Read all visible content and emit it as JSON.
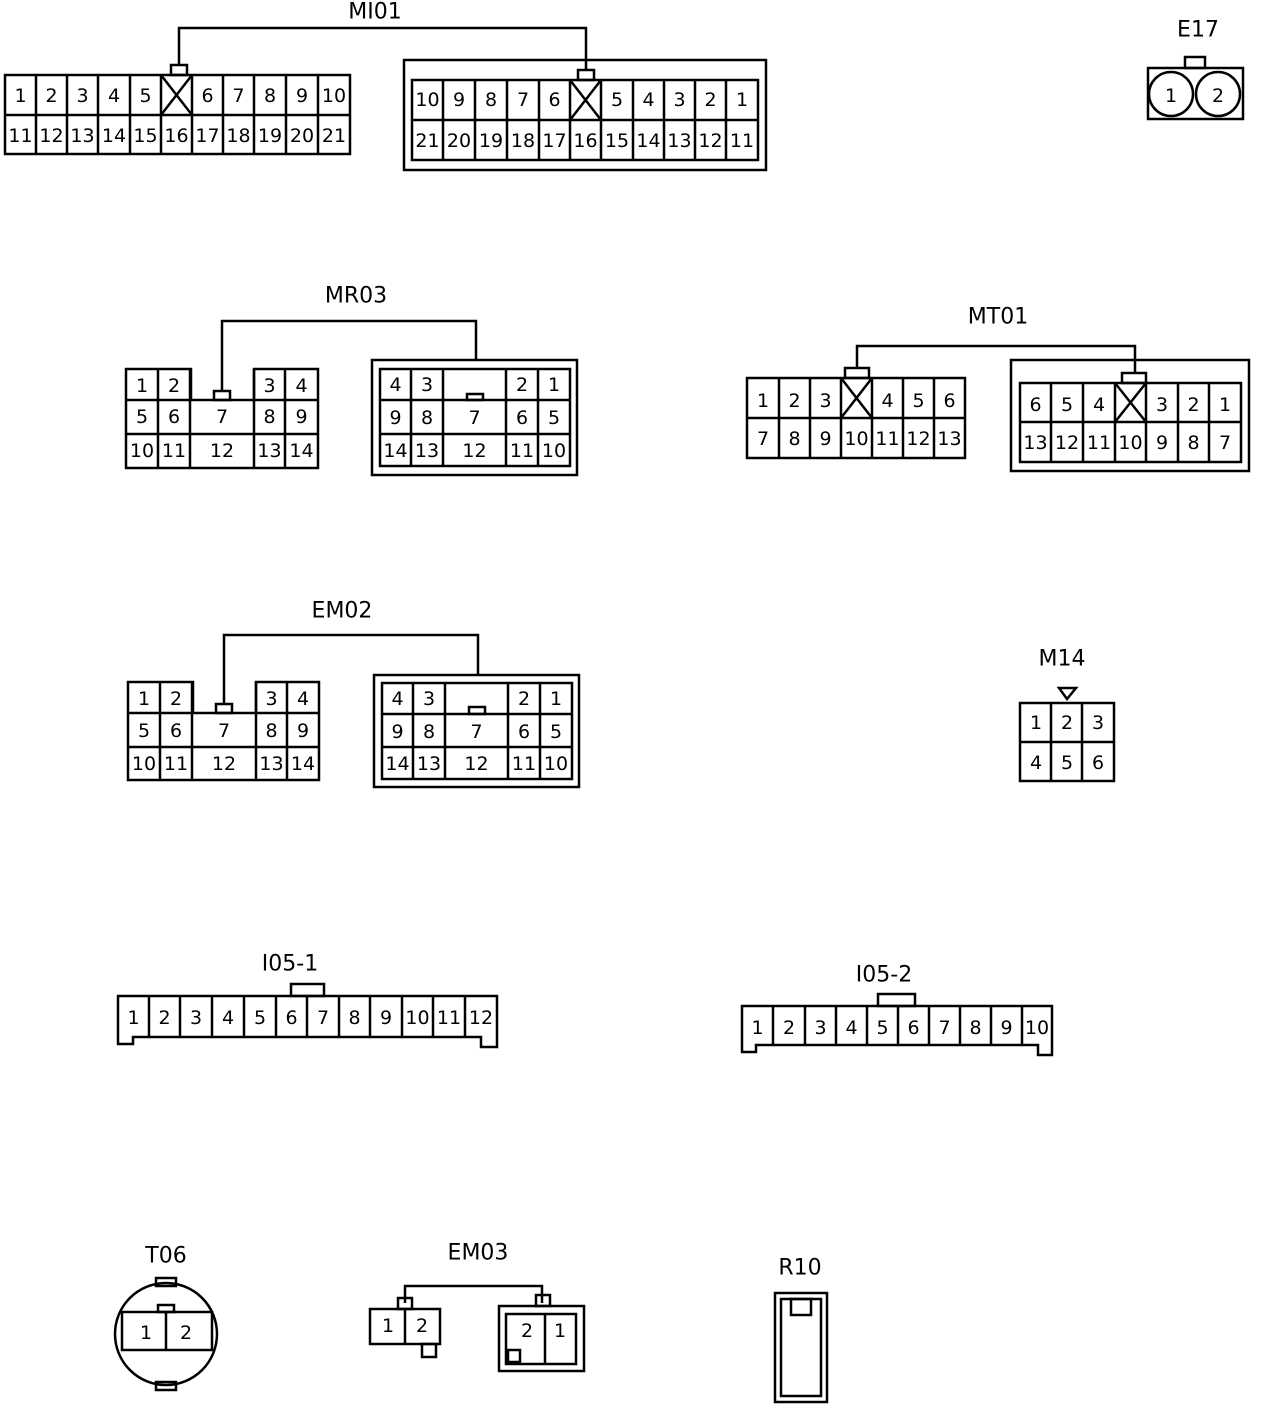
{
  "connectors": {
    "mi01": {
      "label": "MI01",
      "left": {
        "top": [
          "1",
          "2",
          "3",
          "4",
          "5",
          "6",
          "7",
          "8",
          "9",
          "10"
        ],
        "bottom": [
          "11",
          "12",
          "13",
          "14",
          "15",
          "16",
          "17",
          "18",
          "19",
          "20",
          "21"
        ]
      },
      "right": {
        "top": [
          "10",
          "9",
          "8",
          "7",
          "6",
          "5",
          "4",
          "3",
          "2",
          "1"
        ],
        "bottom": [
          "21",
          "20",
          "19",
          "18",
          "17",
          "16",
          "15",
          "14",
          "13",
          "12",
          "11"
        ]
      }
    },
    "e17": {
      "label": "E17",
      "pins": [
        "1",
        "2"
      ]
    },
    "mr03": {
      "label": "MR03",
      "left": [
        "1",
        "2",
        "3",
        "4",
        "5",
        "6",
        "7",
        "8",
        "9",
        "10",
        "11",
        "12",
        "13",
        "14"
      ],
      "right": [
        "4",
        "3",
        "2",
        "1",
        "9",
        "8",
        "7",
        "6",
        "5",
        "14",
        "13",
        "12",
        "11",
        "10"
      ]
    },
    "mt01": {
      "label": "MT01",
      "left": {
        "top": [
          "1",
          "2",
          "3",
          "4",
          "5",
          "6"
        ],
        "bottom": [
          "7",
          "8",
          "9",
          "10",
          "11",
          "12",
          "13"
        ]
      },
      "right": {
        "top": [
          "6",
          "5",
          "4",
          "3",
          "2",
          "1"
        ],
        "bottom": [
          "13",
          "12",
          "11",
          "10",
          "9",
          "8",
          "7"
        ]
      }
    },
    "em02": {
      "label": "EM02",
      "left": [
        "1",
        "2",
        "3",
        "4",
        "5",
        "6",
        "7",
        "8",
        "9",
        "10",
        "11",
        "12",
        "13",
        "14"
      ],
      "right": [
        "4",
        "3",
        "2",
        "1",
        "9",
        "8",
        "7",
        "6",
        "5",
        "14",
        "13",
        "12",
        "11",
        "10"
      ]
    },
    "m14": {
      "label": "M14",
      "pins": [
        "1",
        "2",
        "3",
        "4",
        "5",
        "6"
      ]
    },
    "i05_1": {
      "label": "I05-1",
      "pins": [
        "1",
        "2",
        "3",
        "4",
        "5",
        "6",
        "7",
        "8",
        "9",
        "10",
        "11",
        "12"
      ]
    },
    "i05_2": {
      "label": "I05-2",
      "pins": [
        "1",
        "2",
        "3",
        "4",
        "5",
        "6",
        "7",
        "8",
        "9",
        "10"
      ]
    },
    "t06": {
      "label": "T06",
      "pins": [
        "1",
        "2"
      ]
    },
    "em03": {
      "label": "EM03",
      "left": [
        "1",
        "2"
      ],
      "right": [
        "2",
        "1"
      ]
    },
    "r10": {
      "label": "R10"
    }
  }
}
